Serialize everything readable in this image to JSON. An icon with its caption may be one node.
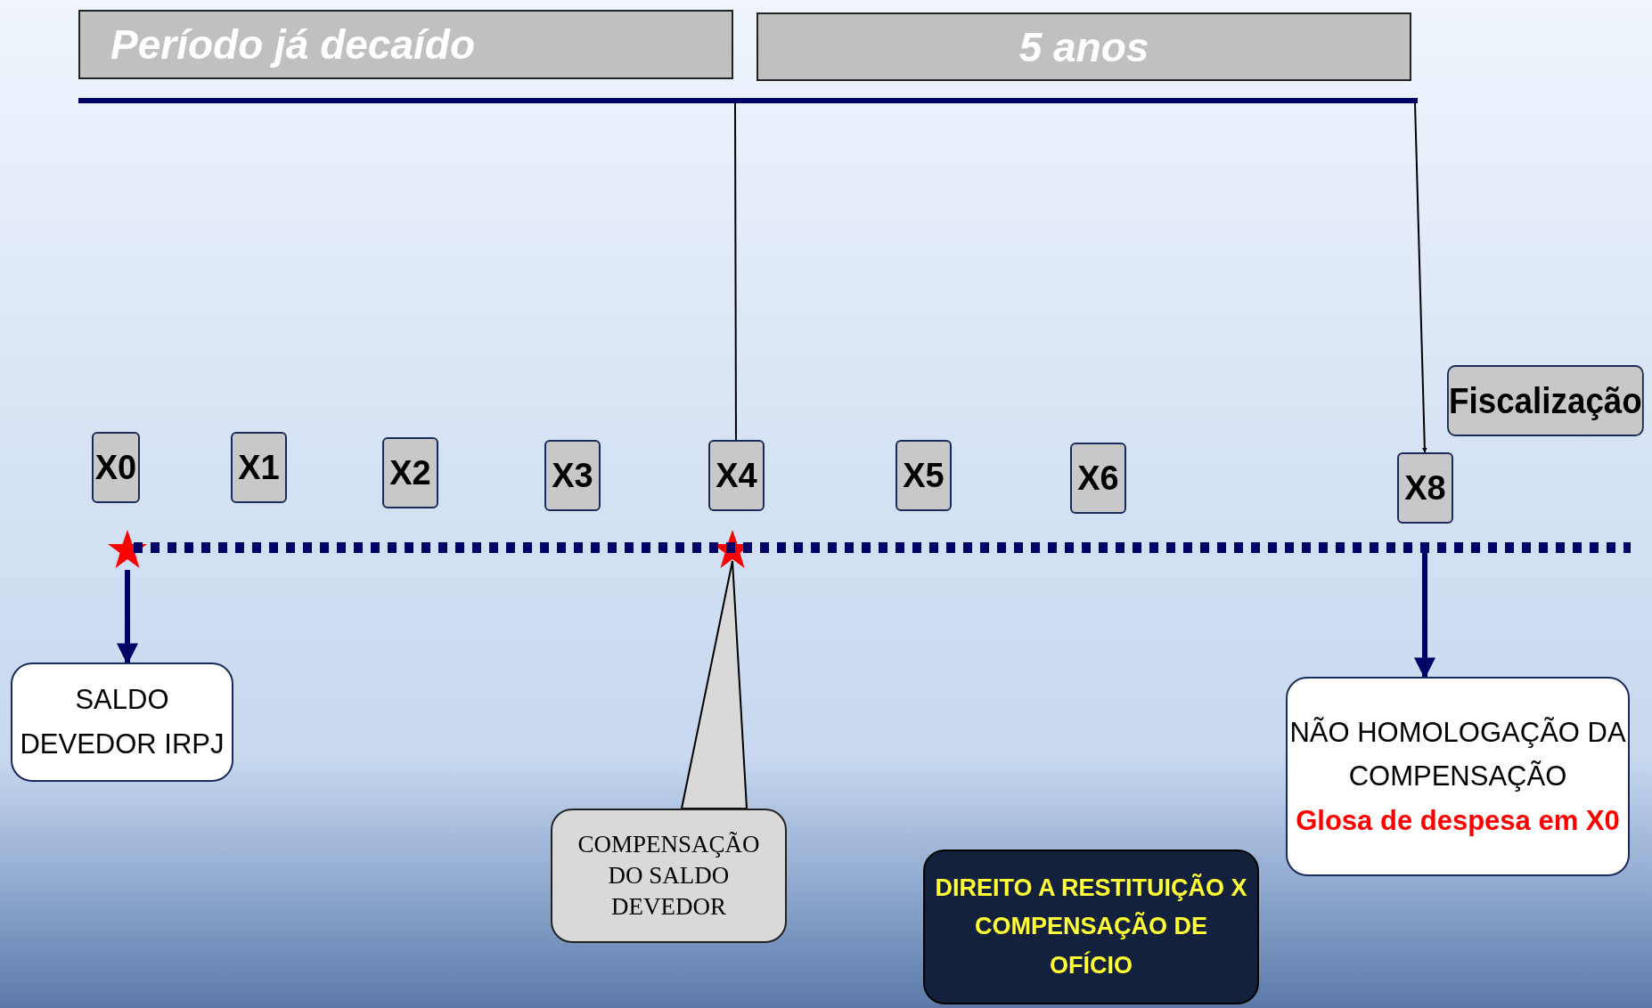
{
  "diagram": {
    "nodes": [
      {
        "text": [
          "Período já decaído"
        ]
      },
      {
        "text": [
          "5 anos"
        ]
      },
      {
        "text": [],
        "shape": "bar"
      },
      {
        "text": [
          "Fiscalização"
        ]
      },
      {
        "text": [
          "X0"
        ]
      },
      {
        "text": [
          "X1"
        ]
      },
      {
        "text": [
          "X2"
        ]
      },
      {
        "text": [
          "X3"
        ]
      },
      {
        "text": [
          "X4"
        ]
      },
      {
        "text": [
          "X5"
        ]
      },
      {
        "text": [
          "X6"
        ]
      },
      {
        "text": [
          "X8"
        ]
      },
      {
        "text": [],
        "shape": "star"
      },
      {
        "text": [],
        "shape": "star"
      },
      {
        "text": [],
        "shape": "bar"
      },
      {
        "text": [
          "SALDO DEVEDOR IRPJ"
        ]
      },
      {
        "text": [
          "NÃO HOMOLOGAÇÃO DA COMPENSAÇÃO",
          "Glosa de despesa em X0"
        ]
      },
      {
        "text": [
          "COMPENSAÇÃO DO SALDO DEVEDOR"
        ]
      },
      {
        "text": [
          "DIREITO A RESTITUIÇÃO X COMPENSAÇÃO DE OFÍCIO"
        ]
      }
    ],
    "edges": [
      {
        "from": 2,
        "to": 8,
        "arrow": "none"
      },
      {
        "from": 2,
        "to": 11,
        "arrow": "to"
      },
      {
        "from": 12,
        "to": 15,
        "arrow": "to",
        "style": "thick",
        "color": "#000066"
      },
      {
        "from": 17,
        "to": 13,
        "arrow": "none"
      },
      {
        "from": 14,
        "to": 16,
        "arrow": "to",
        "style": "thick",
        "color": "#000066"
      }
    ]
  }
}
